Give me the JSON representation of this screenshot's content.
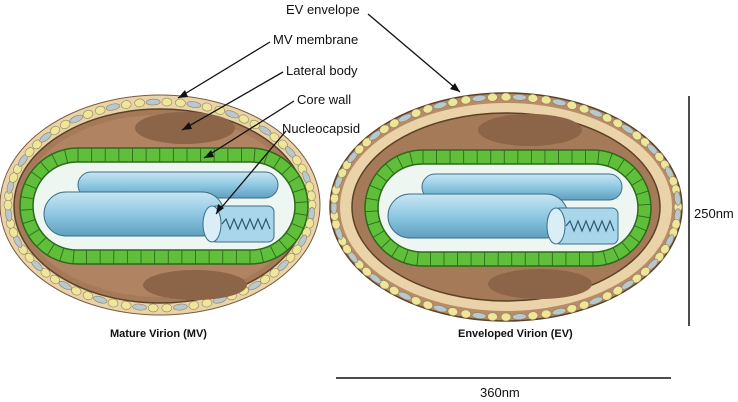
{
  "labels": {
    "ev_envelope": "EV envelope",
    "mv_membrane": "MV membrane",
    "lateral_body": "Lateral body",
    "core_wall": "Core wall",
    "nucleocapsid": "Nucleocapsid"
  },
  "captions": {
    "mature": "Mature Virion (MV)",
    "enveloped": "Enveloped Virion (EV)"
  },
  "scale": {
    "height": "250nm",
    "width": "360nm"
  },
  "colors": {
    "outer_tan": "#e9d0a4",
    "membrane_brown": "#a57a58",
    "lateral_body_brown": "#9c7358",
    "core_wall_green": "#5fbf3a",
    "core_wall_light": "#8fd86a",
    "core_interior": "#f4f9f6",
    "nucleocapsid_blue": "#8fc8e2",
    "protein_yellow": "#efe69a",
    "protein_grey": "#b9c7cf",
    "line": "#111111"
  },
  "icons": [
    "arrow-line",
    "scale-bar"
  ]
}
